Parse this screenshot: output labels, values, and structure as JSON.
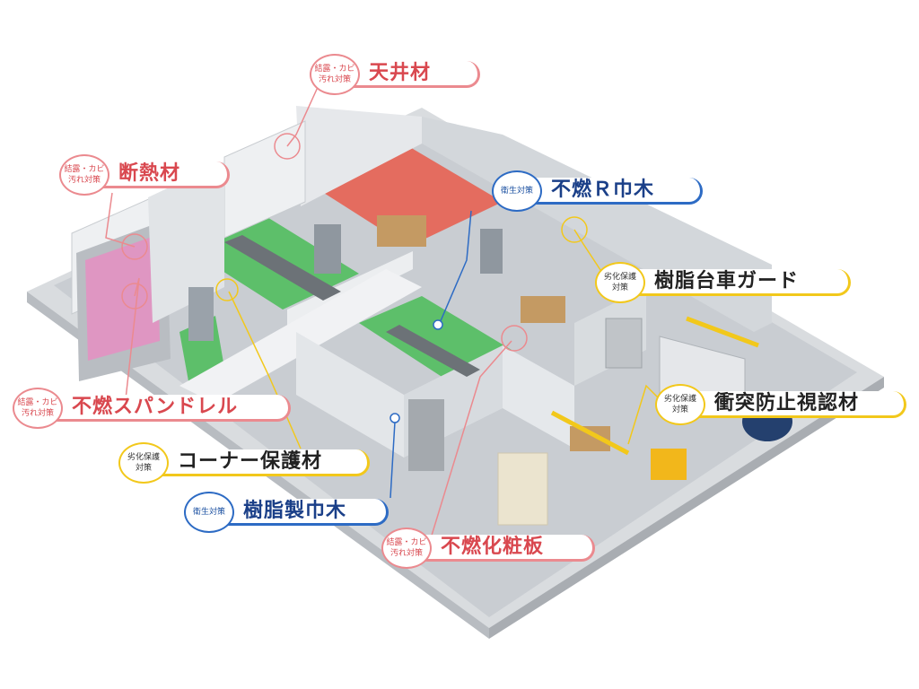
{
  "callouts": [
    {
      "badge": [
        "結露・カビ",
        "汚れ対策"
      ],
      "label": "天井材",
      "theme": "pink"
    },
    {
      "badge": [
        "結露・カビ",
        "汚れ対策"
      ],
      "label": "断熱材",
      "theme": "pink"
    },
    {
      "badge": [
        "衛生対策"
      ],
      "label": "不燃Ｒ巾木",
      "theme": "blue"
    },
    {
      "badge": [
        "劣化保護",
        "対策"
      ],
      "label": "樹脂台車ガード",
      "theme": "yellow"
    },
    {
      "badge": [
        "劣化保護",
        "対策"
      ],
      "label": "衝突防止視認材",
      "theme": "yellow"
    },
    {
      "badge": [
        "結露・カビ",
        "汚れ対策"
      ],
      "label": "不燃スパンドレル",
      "theme": "pink"
    },
    {
      "badge": [
        "劣化保護",
        "対策"
      ],
      "label": "コーナー保護材",
      "theme": "yellow"
    },
    {
      "badge": [
        "衛生対策"
      ],
      "label": "樹脂製巾木",
      "theme": "blue"
    },
    {
      "badge": [
        "結露・カビ",
        "汚れ対策"
      ],
      "label": "不燃化粧板",
      "theme": "pink"
    }
  ],
  "colors": {
    "pink": "#eb8a8f",
    "yellow": "#f2c81b",
    "blue": "#2d6bc4",
    "floor_gray": "#c9cdd2",
    "wall_gray": "#dfe2e5",
    "red_floor": "#e46c5f",
    "green_floor": "#5dbf6a"
  }
}
